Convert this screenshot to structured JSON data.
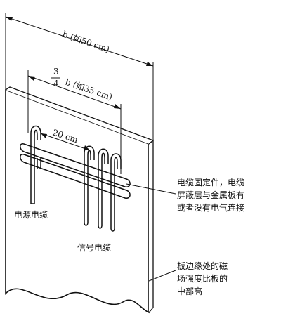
{
  "dimensions": {
    "total_width": "b (如50 cm)",
    "frac_num": "3",
    "frac_den": "4",
    "frac_rest": "b (如35 cm)",
    "spacing": "20 cm"
  },
  "labels": {
    "power_cable": "电源电缆",
    "signal_cable": "信号电缆"
  },
  "notes": {
    "fixture": [
      "电缆固定件，电缆",
      "屏蔽层与金属板有",
      "或者没有电气连接"
    ],
    "edge_field": [
      "板边缘处的磁",
      "场强度比板的",
      "中部高"
    ]
  }
}
